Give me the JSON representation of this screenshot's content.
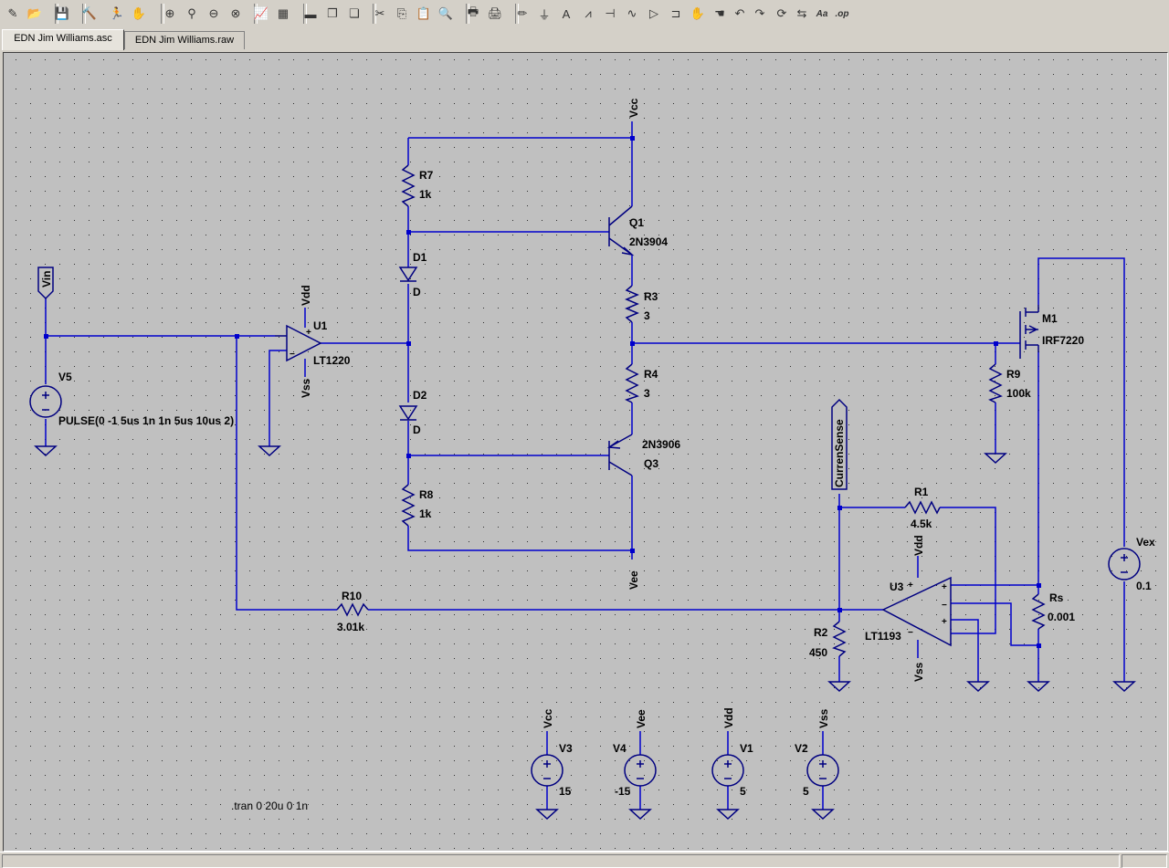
{
  "toolbar": {
    "buttons": [
      {
        "name": "new-schematic-icon",
        "glyph": "✎"
      },
      {
        "name": "open-icon",
        "glyph": "📂"
      },
      {
        "name": "save-icon",
        "glyph": "💾"
      },
      {
        "name": "control-panel-icon",
        "glyph": "🔨"
      },
      {
        "name": "run-icon",
        "glyph": "🏃"
      },
      {
        "name": "halt-icon",
        "glyph": "✋"
      },
      {
        "name": "zoom-in-icon",
        "glyph": "⊕"
      },
      {
        "name": "pan-icon",
        "glyph": "⚲"
      },
      {
        "name": "zoom-out-icon",
        "glyph": "⊖"
      },
      {
        "name": "zoom-fit-icon",
        "glyph": "⊗"
      },
      {
        "name": "autorange-icon",
        "glyph": "📈"
      },
      {
        "name": "grid-icon",
        "glyph": "▦"
      },
      {
        "name": "tile-horizontal-icon",
        "glyph": "▬"
      },
      {
        "name": "cascade-icon",
        "glyph": "❐"
      },
      {
        "name": "tile-vertical-icon",
        "glyph": "❏"
      },
      {
        "name": "cut-icon",
        "glyph": "✂"
      },
      {
        "name": "copy-icon",
        "glyph": "⎘"
      },
      {
        "name": "paste-icon",
        "glyph": "📋"
      },
      {
        "name": "find-icon",
        "glyph": "🔍"
      },
      {
        "name": "print-preview-icon",
        "glyph": "🖶"
      },
      {
        "name": "print-icon",
        "glyph": "🖨"
      },
      {
        "name": "wire-icon",
        "glyph": "✏"
      },
      {
        "name": "ground-icon",
        "glyph": "⏚"
      },
      {
        "name": "label-net-icon",
        "glyph": "A"
      },
      {
        "name": "resistor-icon",
        "glyph": "⩘"
      },
      {
        "name": "capacitor-icon",
        "glyph": "⊣"
      },
      {
        "name": "inductor-icon",
        "glyph": "∿"
      },
      {
        "name": "diode-icon",
        "glyph": "▷"
      },
      {
        "name": "component-icon",
        "glyph": "⊐"
      },
      {
        "name": "move-icon",
        "glyph": "✋"
      },
      {
        "name": "drag-icon",
        "glyph": "☚"
      },
      {
        "name": "undo-icon",
        "glyph": "↶"
      },
      {
        "name": "redo-icon",
        "glyph": "↷"
      },
      {
        "name": "rotate-icon",
        "glyph": "⟳"
      },
      {
        "name": "mirror-icon",
        "glyph": "⇆"
      },
      {
        "name": "text-icon",
        "glyph": "Aa"
      },
      {
        "name": "spice-directive-icon",
        "glyph": ".op"
      }
    ]
  },
  "tabs": [
    {
      "label": "EDN Jim Williams.asc",
      "active": true
    },
    {
      "label": "EDN Jim Williams.raw",
      "active": false
    }
  ],
  "colors": {
    "canvas": "#c0c0c0",
    "wire": "#0000cc",
    "component": "#000080",
    "text": "#000000",
    "grid": "#202020"
  },
  "schematic": {
    "labels": {
      "vin": "Vin",
      "vcc_top": "Vcc",
      "vee_bottom": "Vee",
      "vdd_u1": "Vdd",
      "vss_u1": "Vss",
      "vdd_u3": "Vdd",
      "vss_u3": "Vss",
      "current_sense": "CurrenSense",
      "vcc_v3": "Vcc",
      "vee_v4": "Vee",
      "vdd_v1": "Vdd",
      "vss_v2": "Vss"
    },
    "components": {
      "V5": {
        "ref": "V5",
        "value": "PULSE(0 -1 5us 1n 1n 5us 10us 2)"
      },
      "U1": {
        "ref": "U1",
        "value": "LT1220"
      },
      "R7": {
        "ref": "R7",
        "value": "1k"
      },
      "D1": {
        "ref": "D1",
        "value": "D"
      },
      "D2": {
        "ref": "D2",
        "value": "D"
      },
      "R8": {
        "ref": "R8",
        "value": "1k"
      },
      "Q1": {
        "ref": "Q1",
        "value": "2N3904"
      },
      "R3": {
        "ref": "R3",
        "value": "3"
      },
      "R4": {
        "ref": "R4",
        "value": "3"
      },
      "Q3": {
        "ref": "Q3",
        "value": "2N3906"
      },
      "M1": {
        "ref": "M1",
        "value": "IRF7220"
      },
      "R9": {
        "ref": "R9",
        "value": "100k"
      },
      "R1": {
        "ref": "R1",
        "value": "4.5k"
      },
      "U3": {
        "ref": "U3",
        "value": "LT1193"
      },
      "Rs": {
        "ref": "Rs",
        "value": "0.001"
      },
      "Vex": {
        "ref": "Vex",
        "value": "0.1"
      },
      "R10": {
        "ref": "R10",
        "value": "3.01k"
      },
      "R2": {
        "ref": "R2",
        "value": "450"
      },
      "V3": {
        "ref": "V3",
        "value": "15"
      },
      "V4": {
        "ref": "V4",
        "value": "-15"
      },
      "V1": {
        "ref": "V1",
        "value": "5"
      },
      "V2": {
        "ref": "V2",
        "value": "5"
      }
    },
    "directive": ".tran 0 20u 0 1n"
  }
}
